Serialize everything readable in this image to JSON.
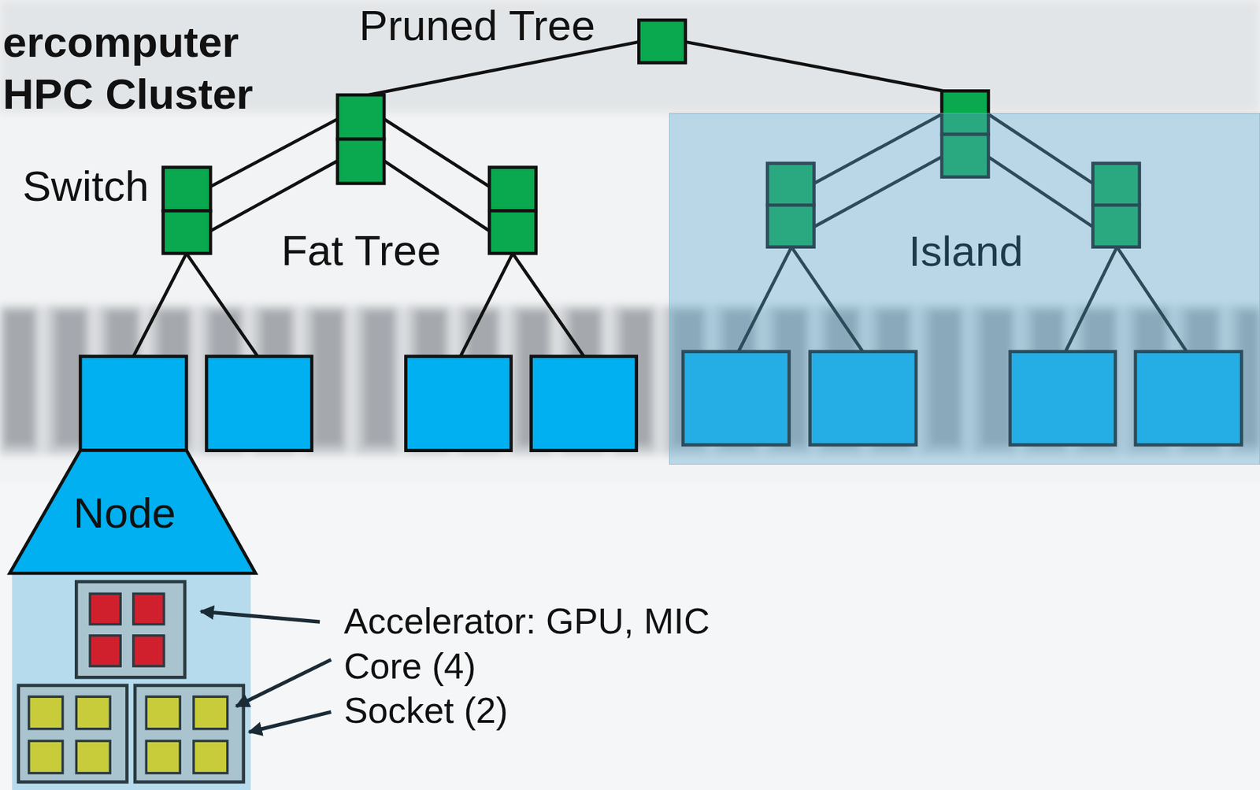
{
  "diagram": {
    "title": "ercomputer HPC Cluster",
    "nodes": [
      {
        "text": [
          "Island"
        ]
      },
      {
        "text": [
          "Node"
        ]
      }
    ],
    "labels": [
      "Pruned Tree",
      "Switch",
      "Fat Tree",
      "Accelerator: GPU, MIC",
      "Core (4)",
      "Socket (2)"
    ]
  }
}
